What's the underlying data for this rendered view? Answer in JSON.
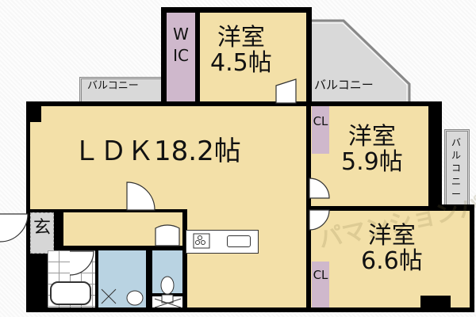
{
  "rooms": {
    "ldk": {
      "name": "ＬＤＫ",
      "size": "18.2帖"
    },
    "western_1": {
      "name": "洋室",
      "size": "4.5帖"
    },
    "western_2": {
      "name": "洋室",
      "size": "5.9帖"
    },
    "western_3": {
      "name": "洋室",
      "size": "6.6帖"
    },
    "wic": "WIC",
    "closet_1": "CL",
    "closet_2": "CL",
    "entrance": "玄"
  },
  "balconies": {
    "left": "バルコニー",
    "right": "バルコニー",
    "side": "バルコニー"
  },
  "watermark": "パマンションパ",
  "colors": {
    "room": "#f3e0a8",
    "closet": "#cfb8cc",
    "balcony": "#d9d9d9",
    "wet_area": "#b9d3e2",
    "wall": "#000000"
  }
}
